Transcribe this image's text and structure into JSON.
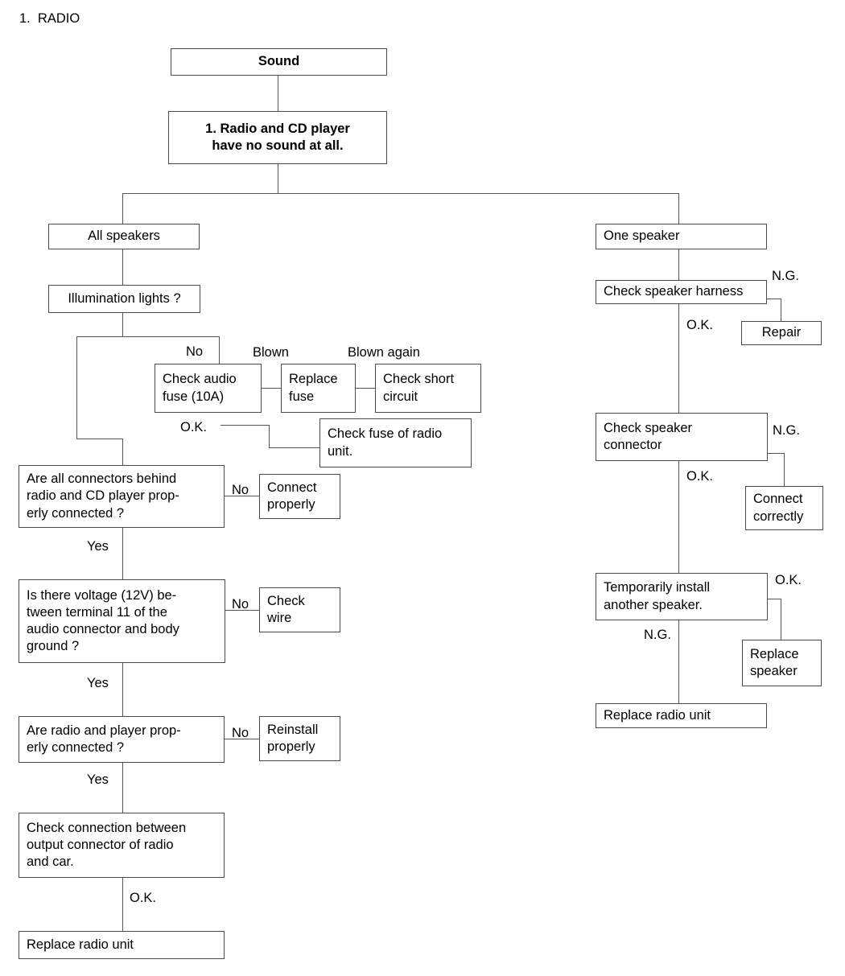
{
  "heading": "1.  RADIO",
  "chart_data": {
    "type": "diagram",
    "title": "1.  RADIO",
    "diagram_kind": "troubleshooting-flowchart",
    "nodes": [
      {
        "id": "sound",
        "text": "Sound",
        "bold": true
      },
      {
        "id": "symptom",
        "text": "1. Radio and CD player\nhave no sound at all.",
        "bold": true
      },
      {
        "id": "all-speakers",
        "text": "All speakers"
      },
      {
        "id": "illumination",
        "text": "Illumination lights ?"
      },
      {
        "id": "check-audio-fuse",
        "text": "Check audio\nfuse (10A)"
      },
      {
        "id": "replace-fuse",
        "text": "Replace\nfuse"
      },
      {
        "id": "check-short",
        "text": "Check short\ncircuit"
      },
      {
        "id": "check-fuse-radio",
        "text": "Check fuse of radio\nunit."
      },
      {
        "id": "connectors-behind",
        "text": "Are all connectors behind\nradio and CD player prop-\nerly connected ?"
      },
      {
        "id": "connect-properly",
        "text": "Connect\nproperly"
      },
      {
        "id": "voltage-12v",
        "text": "Is there voltage (12V) be-\ntween terminal 11 of the\naudio connector and body\nground ?"
      },
      {
        "id": "check-wire",
        "text": "Check\nwire"
      },
      {
        "id": "radio-player-connected",
        "text": "Are radio and player prop-\nerly connected ?"
      },
      {
        "id": "reinstall-properly",
        "text": "Reinstall\nproperly"
      },
      {
        "id": "check-output-connection",
        "text": "Check connection between\noutput connector of radio\nand car."
      },
      {
        "id": "replace-radio-left",
        "text": "Replace radio unit"
      },
      {
        "id": "one-speaker",
        "text": "One speaker"
      },
      {
        "id": "check-speaker-harness",
        "text": "Check speaker harness"
      },
      {
        "id": "repair",
        "text": "Repair"
      },
      {
        "id": "check-speaker-connector",
        "text": "Check speaker\nconnector"
      },
      {
        "id": "connect-correctly",
        "text": "Connect\ncorrectly"
      },
      {
        "id": "temp-install-speaker",
        "text": "Temporarily install\nanother speaker."
      },
      {
        "id": "replace-speaker",
        "text": "Replace\nspeaker"
      },
      {
        "id": "replace-radio-right",
        "text": "Replace radio unit"
      }
    ],
    "edges": [
      {
        "from": "sound",
        "to": "symptom",
        "label": ""
      },
      {
        "from": "symptom",
        "to": "all-speakers",
        "label": ""
      },
      {
        "from": "symptom",
        "to": "one-speaker",
        "label": ""
      },
      {
        "from": "all-speakers",
        "to": "illumination",
        "label": ""
      },
      {
        "from": "illumination",
        "to": "check-audio-fuse",
        "label": "No"
      },
      {
        "from": "illumination",
        "to": "connectors-behind",
        "label": ""
      },
      {
        "from": "check-audio-fuse",
        "to": "replace-fuse",
        "label": "Blown"
      },
      {
        "from": "replace-fuse",
        "to": "check-short",
        "label": "Blown again"
      },
      {
        "from": "check-audio-fuse",
        "to": "check-fuse-radio",
        "label": "O.K."
      },
      {
        "from": "connectors-behind",
        "to": "connect-properly",
        "label": "No"
      },
      {
        "from": "connectors-behind",
        "to": "voltage-12v",
        "label": "Yes"
      },
      {
        "from": "voltage-12v",
        "to": "check-wire",
        "label": "No"
      },
      {
        "from": "voltage-12v",
        "to": "radio-player-connected",
        "label": "Yes"
      },
      {
        "from": "radio-player-connected",
        "to": "reinstall-properly",
        "label": "No"
      },
      {
        "from": "radio-player-connected",
        "to": "check-output-connection",
        "label": "Yes"
      },
      {
        "from": "check-output-connection",
        "to": "replace-radio-left",
        "label": "O.K."
      },
      {
        "from": "one-speaker",
        "to": "check-speaker-harness",
        "label": ""
      },
      {
        "from": "check-speaker-harness",
        "to": "repair",
        "label": "N.G."
      },
      {
        "from": "check-speaker-harness",
        "to": "check-speaker-connector",
        "label": "O.K."
      },
      {
        "from": "check-speaker-connector",
        "to": "connect-correctly",
        "label": "N.G."
      },
      {
        "from": "check-speaker-connector",
        "to": "temp-install-speaker",
        "label": "O.K."
      },
      {
        "from": "temp-install-speaker",
        "to": "replace-speaker",
        "label": "O.K."
      },
      {
        "from": "temp-install-speaker",
        "to": "replace-radio-right",
        "label": "N.G."
      }
    ]
  },
  "nodes": {
    "sound": "Sound",
    "symptom_line1": "1. Radio and CD player",
    "symptom_line2": "have no sound at all.",
    "all_speakers": "All speakers",
    "illumination": "Illumination lights ?",
    "check_audio_fuse": "Check audio\nfuse (10A)",
    "replace_fuse": "Replace\nfuse",
    "check_short": "Check short\ncircuit",
    "check_fuse_radio": "Check fuse of radio\nunit.",
    "connectors_behind": "Are all connectors behind\nradio and CD player prop-\nerly connected ?",
    "connect_properly": "Connect\nproperly",
    "voltage_12v": "Is there voltage (12V) be-\ntween terminal 11 of the\naudio connector and body\nground ?",
    "check_wire": "Check\nwire",
    "radio_player_connected": "Are radio and player prop-\nerly connected ?",
    "reinstall_properly": "Reinstall\nproperly",
    "check_output_connection": "Check connection between\noutput connector of radio\nand car.",
    "replace_radio_left": "Replace radio unit",
    "one_speaker": "One speaker",
    "check_speaker_harness": "Check speaker harness",
    "repair": "Repair",
    "check_speaker_connector": "Check speaker\nconnector",
    "connect_correctly": "Connect\ncorrectly",
    "temp_install_speaker": "Temporarily install\nanother speaker.",
    "replace_speaker": "Replace\nspeaker",
    "replace_radio_right": "Replace radio unit"
  },
  "edge_labels": {
    "no_fuse": "No",
    "blown": "Blown",
    "blown_again": "Blown again",
    "ok_fuse": "O.K.",
    "no_connectors": "No",
    "yes_connectors": "Yes",
    "no_voltage": "No",
    "yes_voltage": "Yes",
    "no_radio_player": "No",
    "yes_radio_player": "Yes",
    "ok_output": "O.K.",
    "ng_harness": "N.G.",
    "ok_harness": "O.K.",
    "ng_connector": "N.G.",
    "ok_connector": "O.K.",
    "ok_temp": "O.K.",
    "ng_temp": "N.G."
  },
  "colors": {
    "border": "#4a4a4a",
    "line": "#555555",
    "background": "#ffffff",
    "text": "#000000"
  }
}
